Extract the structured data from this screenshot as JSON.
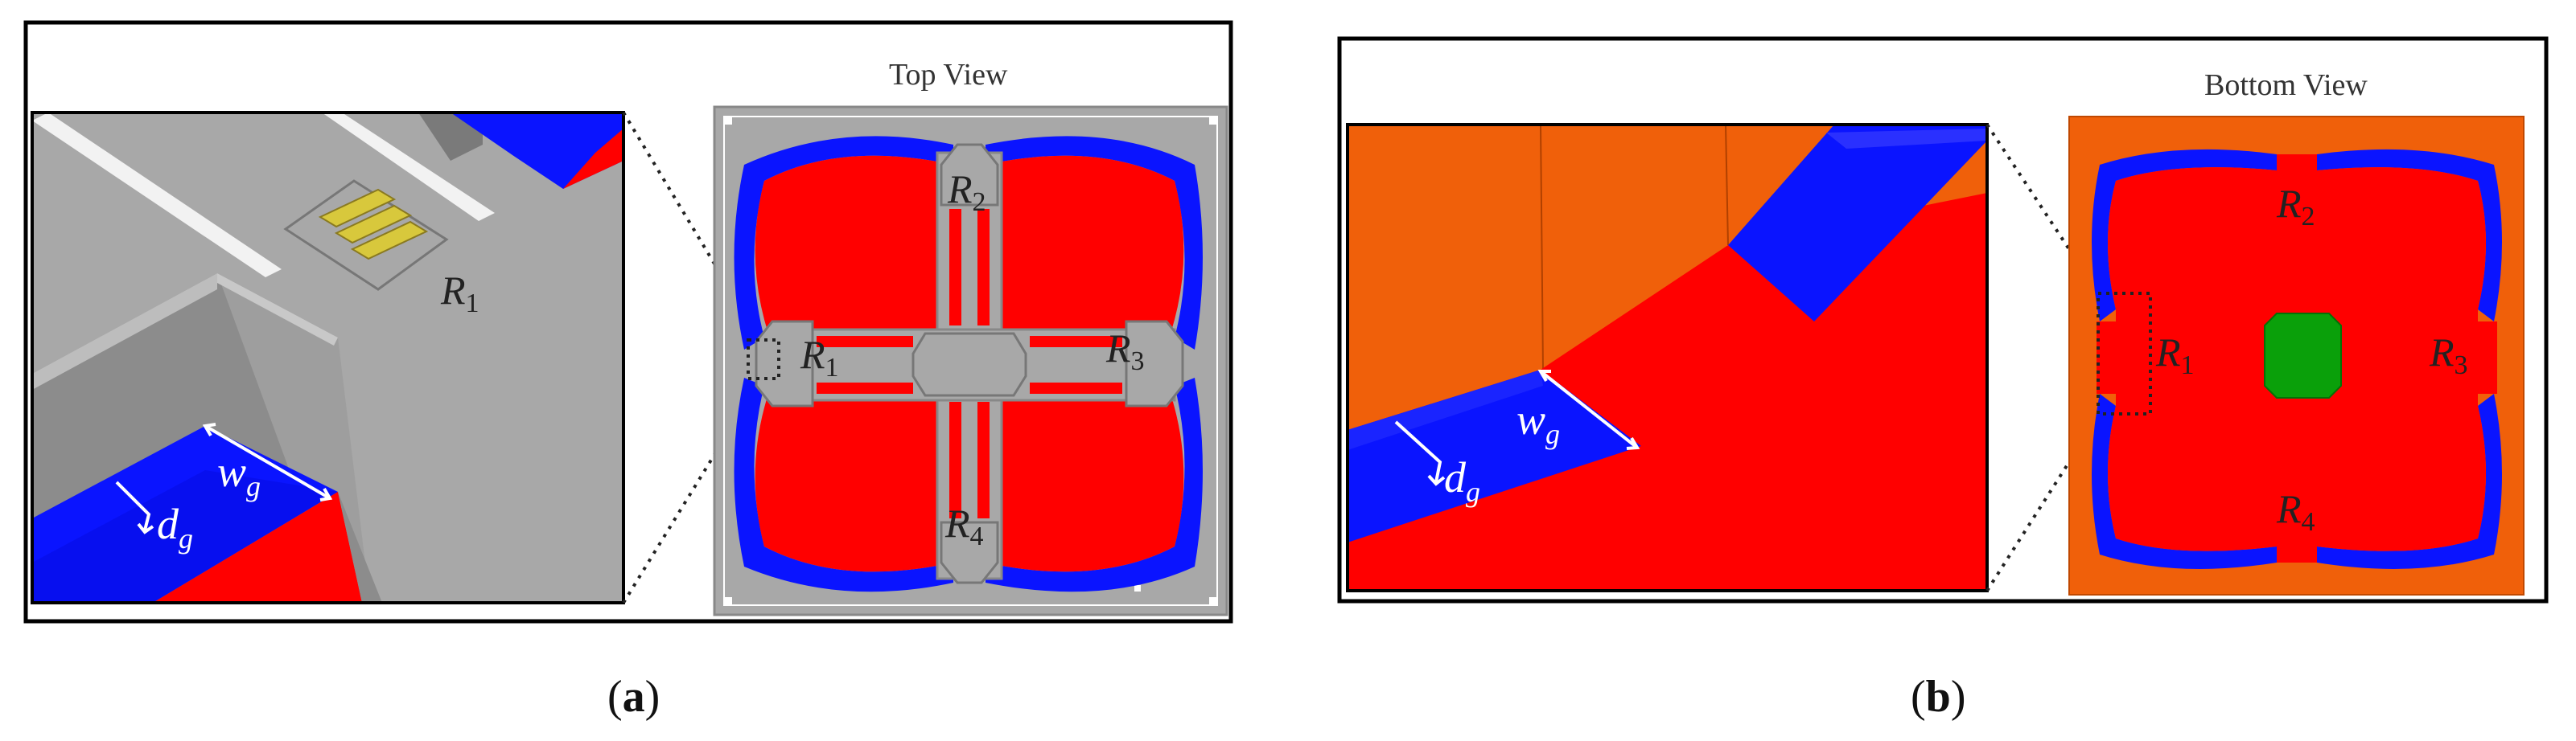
{
  "panels": [
    {
      "id": "a",
      "view_title": "Top View",
      "caption_letter": "a",
      "resistor_labels": [
        "R",
        "1",
        "R",
        "1",
        "R",
        "2",
        "R",
        "3",
        "R",
        "4"
      ],
      "dimension_labels": {
        "width": "w",
        "width_sub": "g",
        "depth": "d",
        "depth_sub": "g"
      }
    },
    {
      "id": "b",
      "view_title": "Bottom View",
      "caption_letter": "b",
      "resistor_labels": [
        "R",
        "1",
        "R",
        "2",
        "R",
        "3",
        "R",
        "4"
      ],
      "dimension_labels": {
        "width": "w",
        "width_sub": "g",
        "depth": "d",
        "depth_sub": "g"
      }
    }
  ],
  "caption": {
    "open": "(",
    "close": ")"
  },
  "colors": {
    "membrane_red": "#ff0000",
    "trench_blue": "#0a14ff",
    "frame_gray": "#a8a8a8",
    "backside_orange": "#f0600a",
    "pad_green": "#0aa00a",
    "piezoresistor_yellow": "#d8c83c"
  }
}
